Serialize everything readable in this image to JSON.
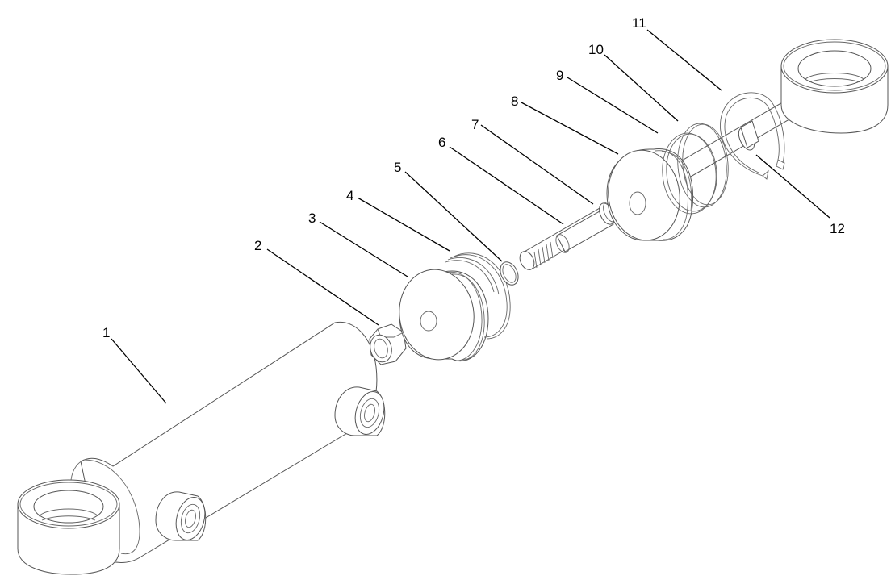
{
  "figure": {
    "type": "exploded parts diagram",
    "subject": "hydraulic cylinder assembly",
    "background_color": "#ffffff",
    "line_color": "#555555",
    "callout_color": "#000000"
  },
  "callouts": [
    {
      "label": "1",
      "part": "cylinder-barrel"
    },
    {
      "label": "2",
      "part": "hex-nut"
    },
    {
      "label": "3",
      "part": "piston"
    },
    {
      "label": "4",
      "part": "piston-seal"
    },
    {
      "label": "5",
      "part": "o-ring"
    },
    {
      "label": "6",
      "part": "piston-rod"
    },
    {
      "label": "7",
      "part": "rod-o-ring"
    },
    {
      "label": "8",
      "part": "gland-head"
    },
    {
      "label": "9",
      "part": "gland-o-ring"
    },
    {
      "label": "10",
      "part": "backup-ring"
    },
    {
      "label": "11",
      "part": "retaining-ring"
    },
    {
      "label": "12",
      "part": "rod-wiper"
    }
  ]
}
